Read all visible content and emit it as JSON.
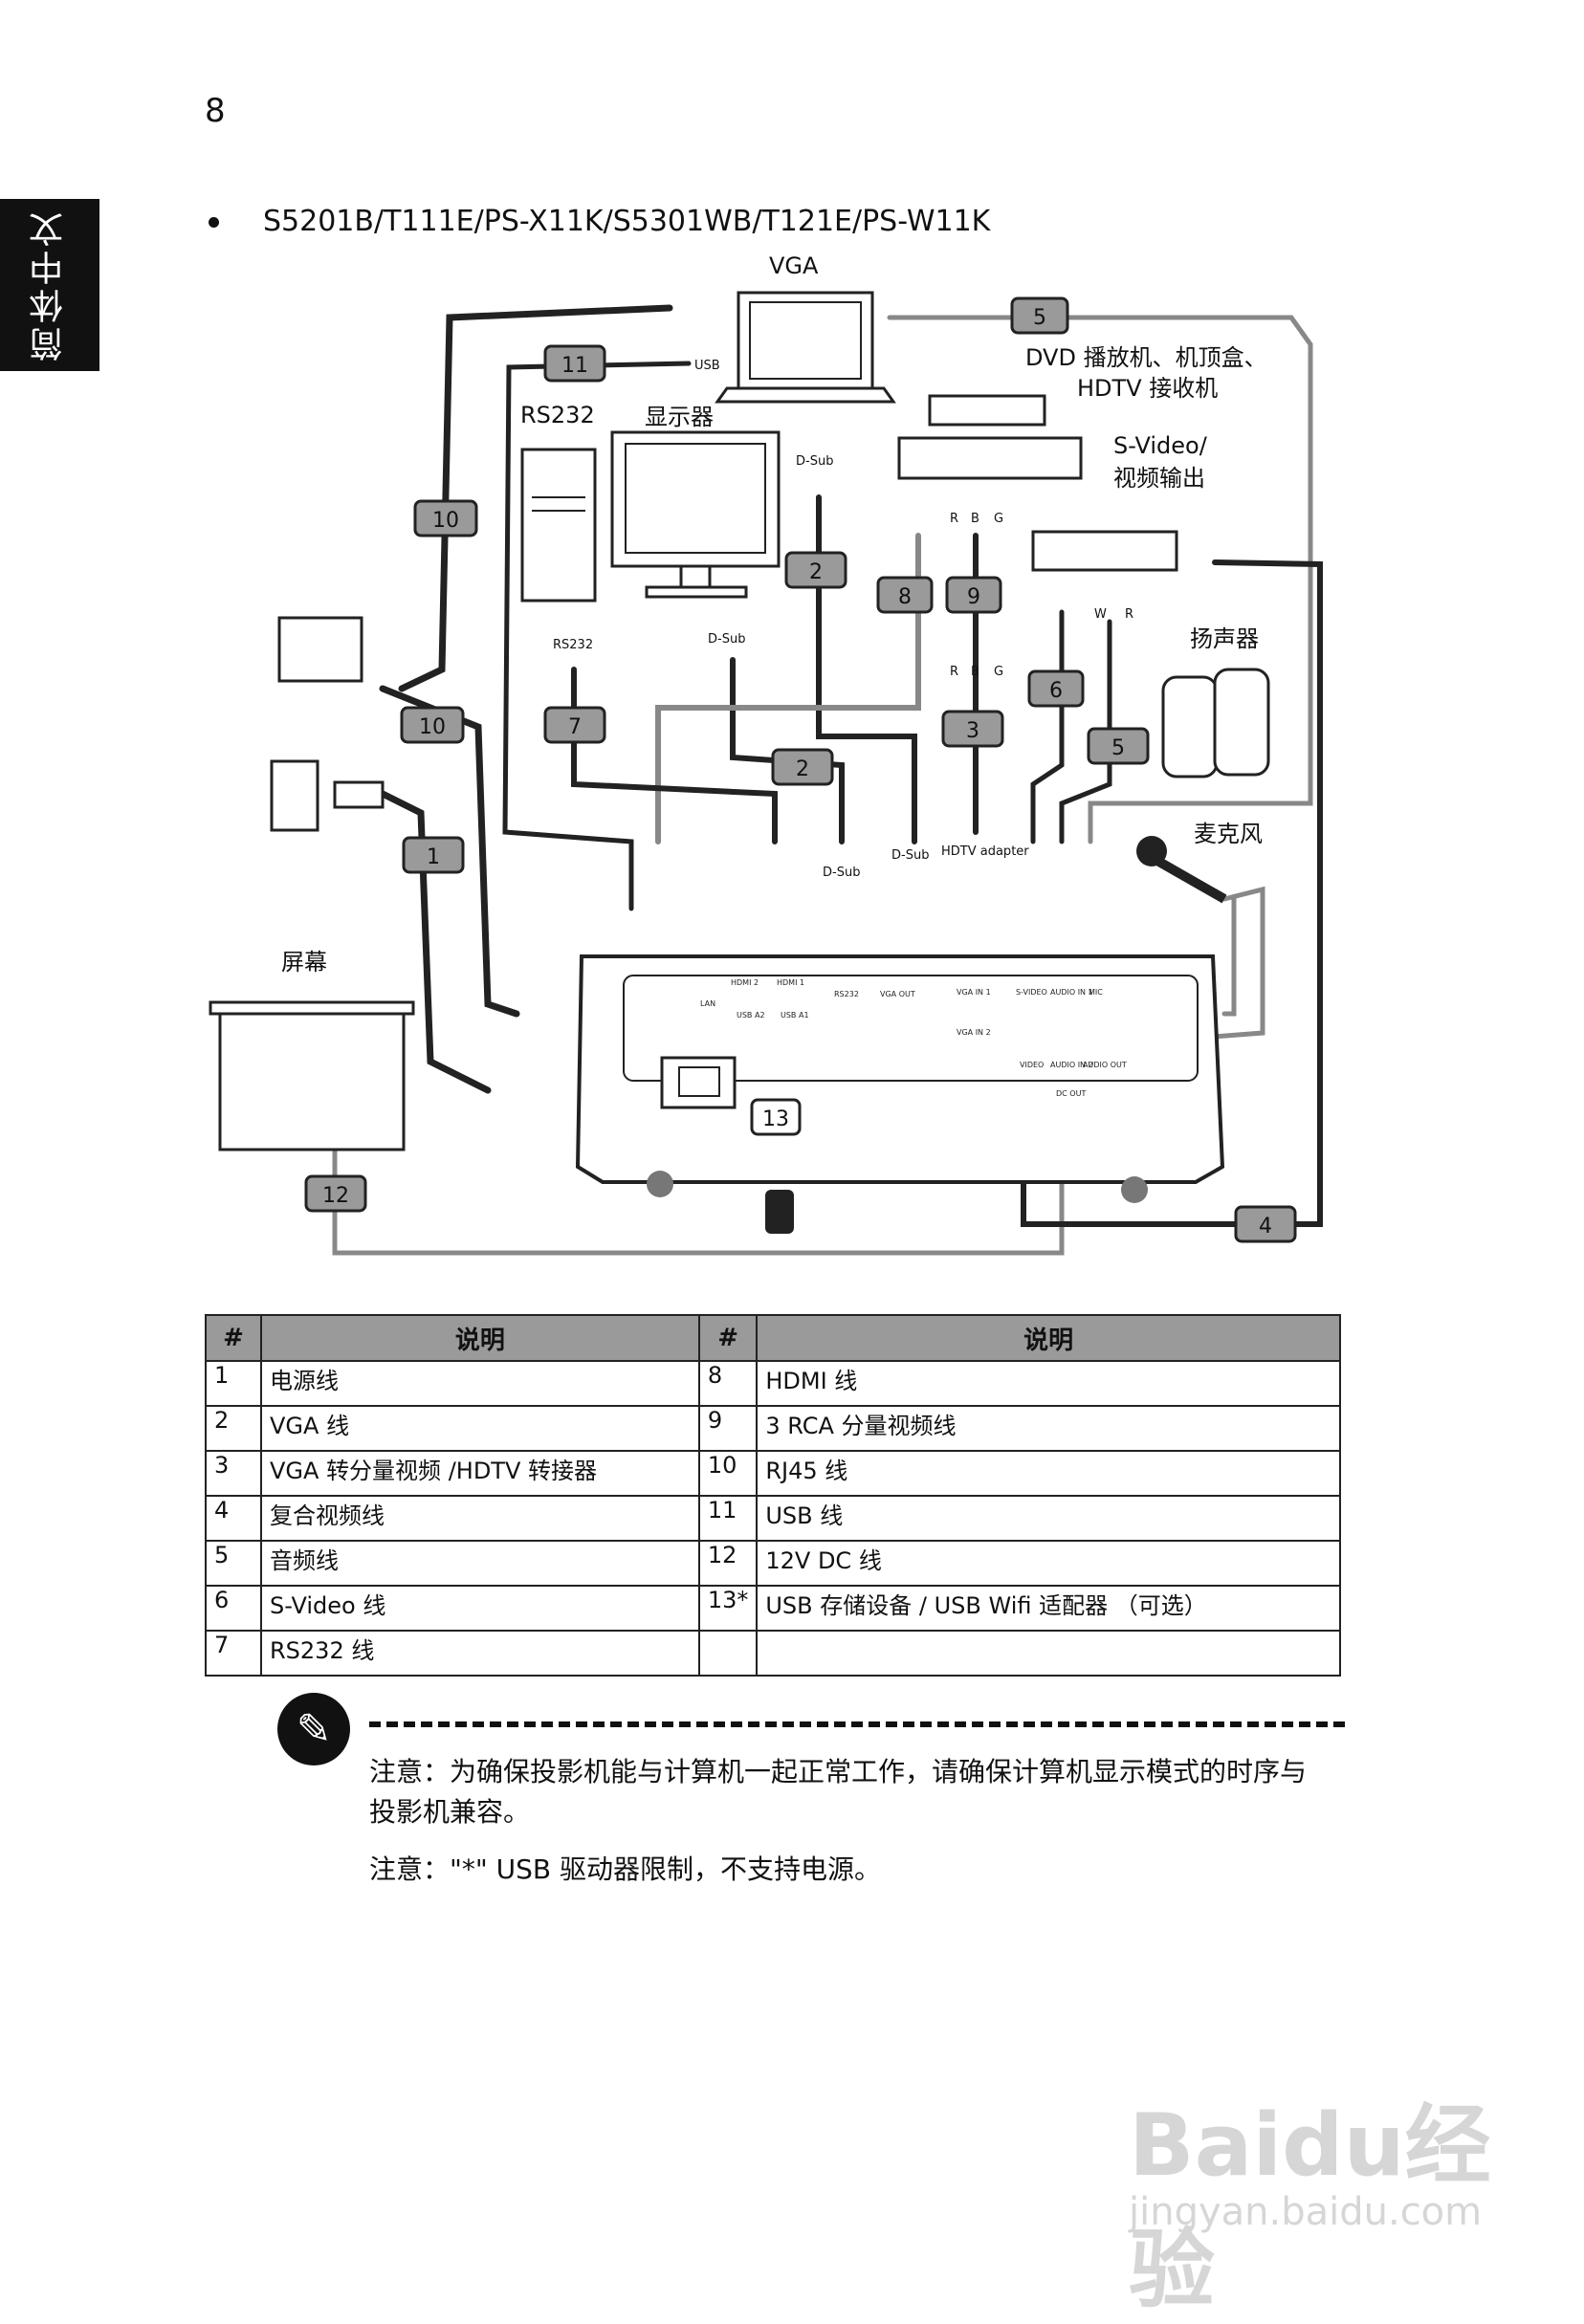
{
  "page": {
    "number": "8",
    "side_tab": "简体中文"
  },
  "model_line": "S5201B/T111E/PS-X11K/S5301WB/T121E/PS-W11K",
  "diagram": {
    "labels": {
      "vga": "VGA",
      "dvd": "DVD 播放机、机顶盒、",
      "hdtv_receiver": "HDTV 接收机",
      "svideo_out_1": "S-Video/",
      "svideo_out_2": "视频输出",
      "rs232": "RS232",
      "monitor": "显示器",
      "speaker": "扬声器",
      "microphone": "麦克风",
      "screen": "屏幕"
    },
    "small_labels": {
      "usb": "USB",
      "dsub": "D-Sub",
      "rs232": "RS232",
      "hdtv_adapter": "HDTV adapter"
    },
    "cable_tags": [
      "1",
      "2",
      "2",
      "3",
      "4",
      "5",
      "5",
      "6",
      "7",
      "8",
      "9",
      "10",
      "10",
      "11",
      "12",
      "13"
    ],
    "connector_letters": {
      "r": "R",
      "b": "B",
      "g": "G",
      "w": "W"
    },
    "panel_labels": [
      "HDMI 2",
      "HDMI 1",
      "RS232",
      "VGA OUT",
      "VGA IN 1",
      "VGA IN 2",
      "S-VIDEO",
      "AUDIO IN 1",
      "AUDIO IN 2",
      "MIC",
      "AUDIO OUT",
      "VIDEO",
      "USB A2",
      "USB A1",
      "DC OUT",
      "LAN"
    ]
  },
  "table": {
    "headers": [
      "#",
      "说明",
      "#",
      "说明"
    ],
    "rows": [
      [
        "1",
        "电源线",
        "8",
        "HDMI 线"
      ],
      [
        "2",
        "VGA 线",
        "9",
        "3 RCA 分量视频线"
      ],
      [
        "3",
        "VGA 转分量视频 /HDTV 转接器",
        "10",
        "RJ45 线"
      ],
      [
        "4",
        "复合视频线",
        "11",
        "USB 线"
      ],
      [
        "5",
        "音频线",
        "12",
        "12V DC 线"
      ],
      [
        "6",
        "S-Video 线",
        "13*",
        "USB 存储设备 / USB Wifi 适配器 （可选）"
      ],
      [
        "7",
        "RS232 线",
        "",
        ""
      ]
    ]
  },
  "notes": [
    "注意：为确保投影机能与计算机一起正常工作，请确保计算机显示模式的时序与投影机兼容。",
    "注意：\"*\" USB 驱动器限制，不支持电源。"
  ],
  "watermark": {
    "main": "Baidu经验",
    "sub": "jingyan.baidu.com"
  }
}
